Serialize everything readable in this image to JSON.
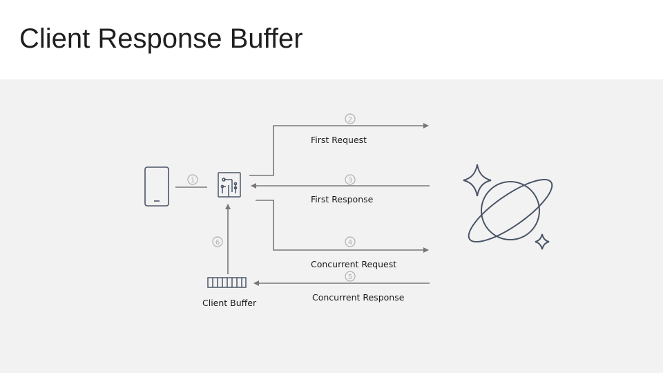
{
  "slide": {
    "title": "Client Response Buffer"
  },
  "diagram": {
    "labels": {
      "first_request": "First Request",
      "first_response": "First Response",
      "concurrent_request": "Concurrent Request",
      "concurrent_response": "Concurrent Response",
      "client_buffer": "Client Buffer"
    },
    "steps": [
      "1",
      "2",
      "3",
      "4",
      "5",
      "6"
    ],
    "icons": {
      "client": "mobile-device-icon",
      "gateway": "circuit-board-icon",
      "buffer": "buffer-queue-icon",
      "server": "planet-icon",
      "sparkle_large": "four-point-star-icon",
      "sparkle_small": "four-point-star-icon"
    },
    "colors": {
      "line": "#777777",
      "icon_stroke": "#4a5466",
      "badge": "#b0b0b0",
      "background": "#f2f2f2"
    }
  }
}
